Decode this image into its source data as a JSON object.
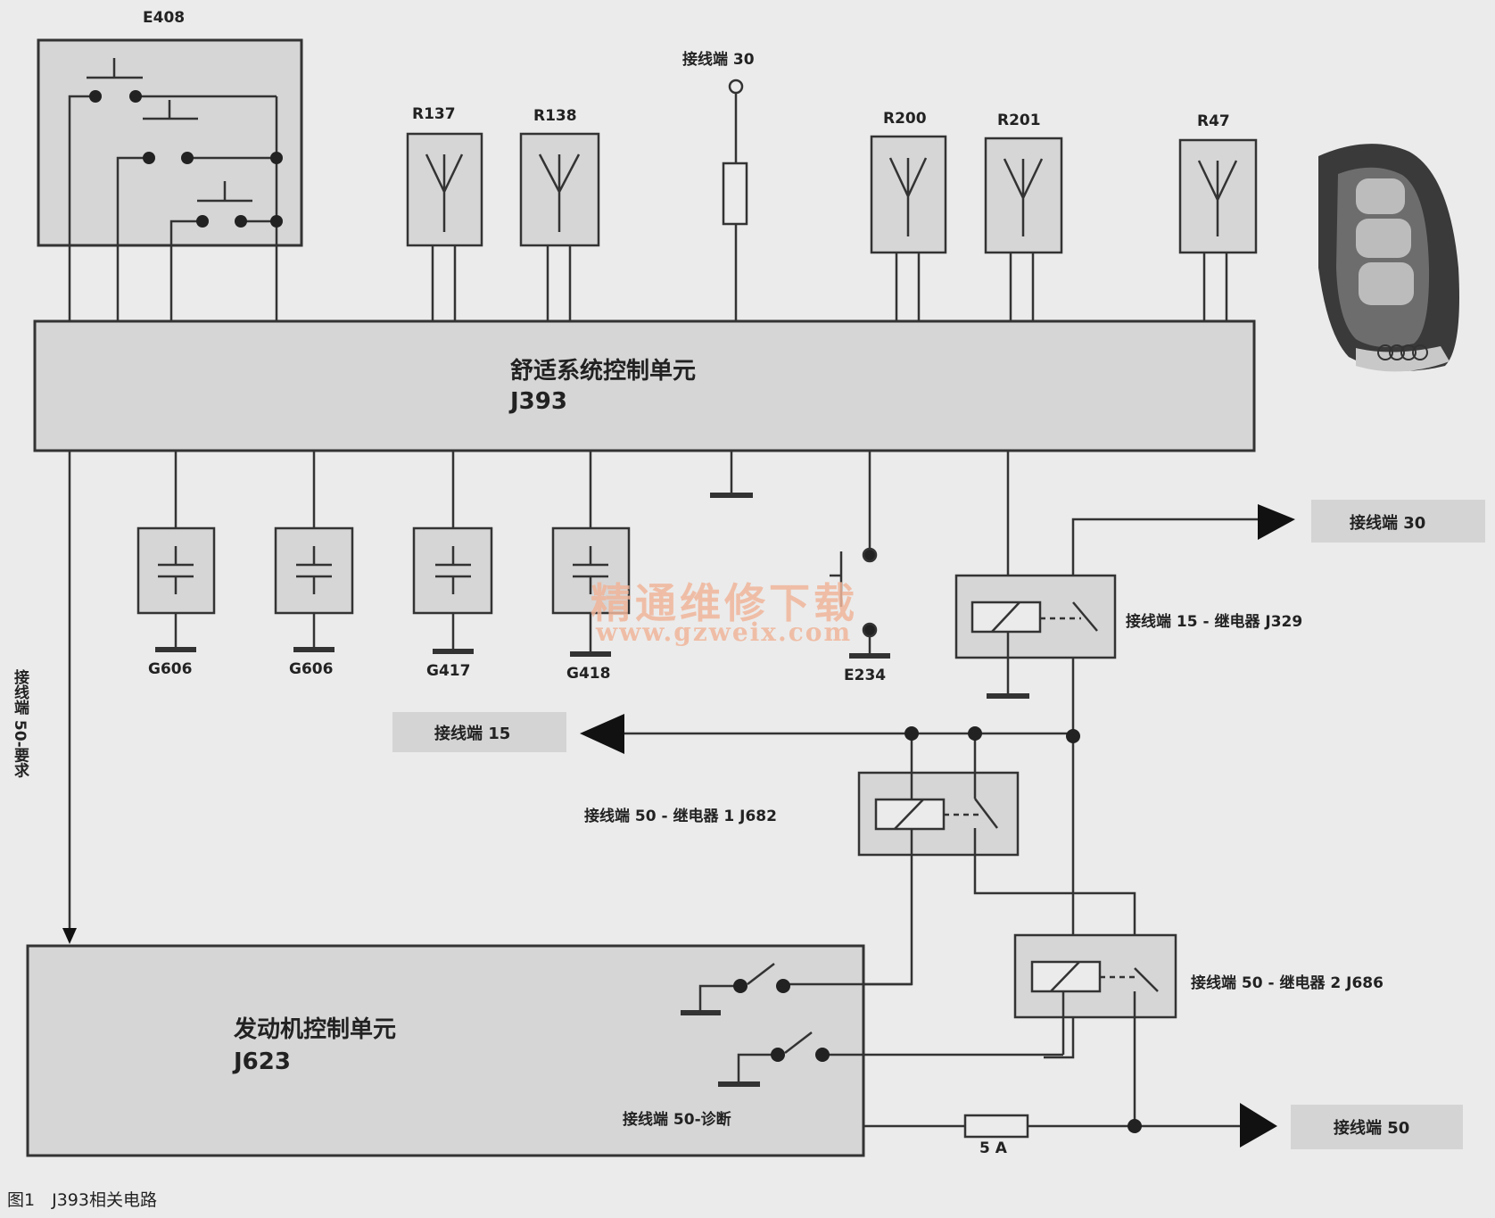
{
  "switch_block": {
    "label": "E408"
  },
  "antennas": [
    {
      "label": "R137"
    },
    {
      "label": "R138"
    },
    {
      "label": "R200"
    },
    {
      "label": "R201"
    },
    {
      "label": "R47"
    }
  ],
  "terminal_30_top": "接线端 30",
  "comfort_unit": {
    "name": "舒适系统控制单元",
    "code": "J393"
  },
  "sensors": [
    {
      "label": "G606"
    },
    {
      "label": "G606"
    },
    {
      "label": "G417"
    },
    {
      "label": "G418"
    }
  ],
  "brake_switch": {
    "label": "E234"
  },
  "relays": {
    "j329": {
      "label": "接线端 15 - 继电器 J329"
    },
    "j682": {
      "label": "接线端 50 - 继电器 1 J682"
    },
    "j686": {
      "label": "接线端 50 - 继电器 2 J686"
    }
  },
  "outputs": {
    "t30": "接线端 30",
    "t15": "接线端 15",
    "t50": "接线端 50"
  },
  "request_label": "接线端 50-要求",
  "engine_unit": {
    "name": "发动机控制单元",
    "code": "J623"
  },
  "diag_label": "接线端 50-诊断",
  "fuse_label": "5 A",
  "caption": "图1　J393相关电路",
  "watermark": {
    "cn": "精通维修下载",
    "url": "www.gzweix.com"
  }
}
